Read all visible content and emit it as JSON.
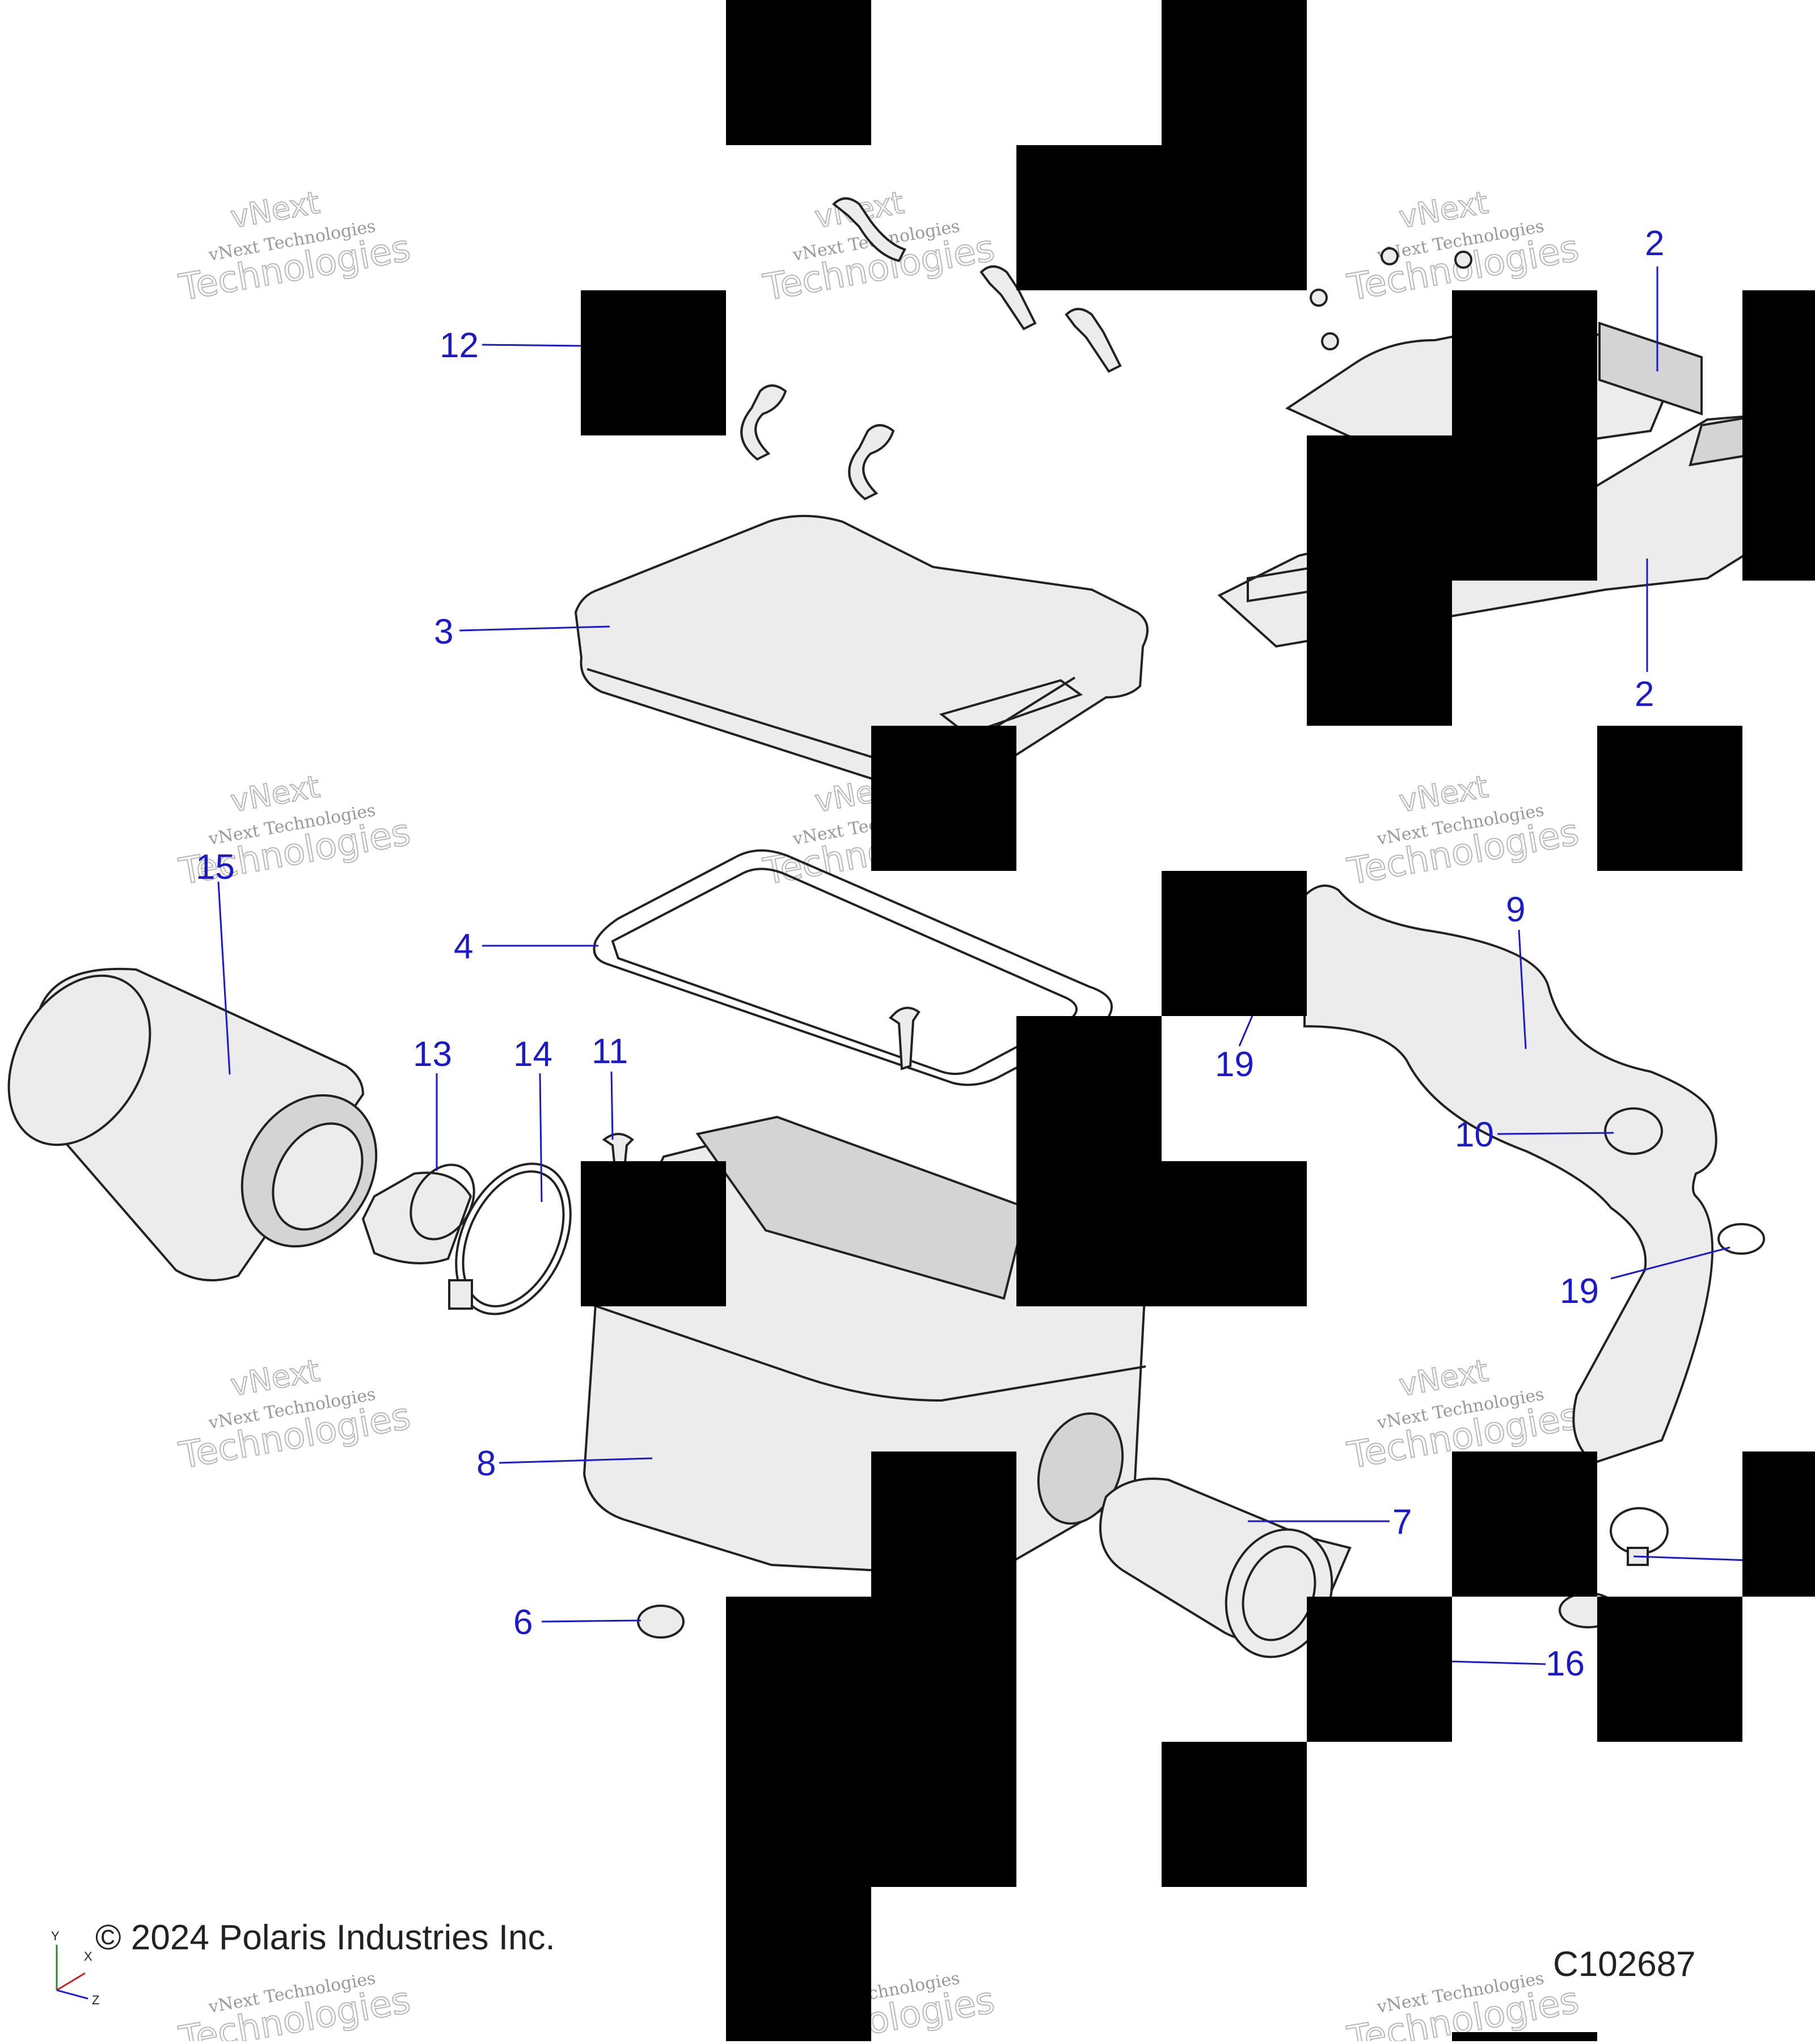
{
  "callouts": {
    "c2a": "2",
    "c2b": "2",
    "c3": "3",
    "c4": "4",
    "c6": "6",
    "c7": "7",
    "c8": "8",
    "c9": "9",
    "c10": "10",
    "c11": "11",
    "c12": "12",
    "c13": "13",
    "c14": "14",
    "c15": "15",
    "c16": "16",
    "c19a": "19",
    "c19b": "19"
  },
  "watermark": {
    "line1": "vNext Technologies",
    "line2": "Technologies",
    "line3": "vNext"
  },
  "footer": {
    "copyright": "© 2024 Polaris Industries Inc.",
    "code": "C102687"
  },
  "axis_triad": {
    "y": "Y",
    "x": "X",
    "z": "Z"
  },
  "colors": {
    "callout": "#1a1acc",
    "mask": "#000000"
  }
}
